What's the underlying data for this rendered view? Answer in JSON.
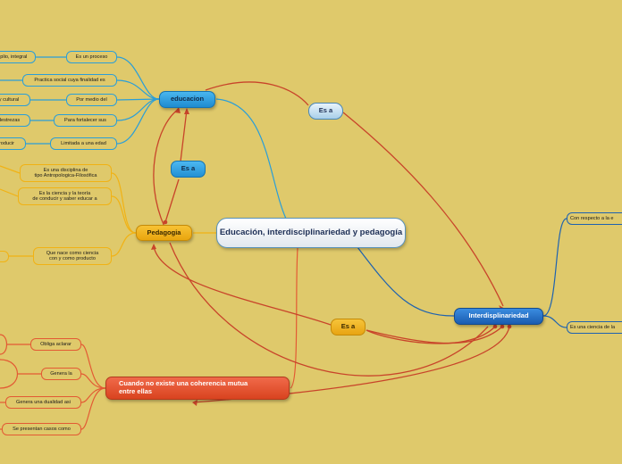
{
  "central": {
    "title": "Educación, interdisciplinariedad y pedagogía"
  },
  "educacion": {
    "label": "educacion",
    "children": [
      "Es un proceso",
      "Practica social cuya finalidad es",
      "Por medio del",
      "Para fortalecer sus",
      "Limitada a una edad"
    ],
    "leaves": [
      "mplio, integral",
      "",
      "y cultural",
      "destrezas",
      "roducir"
    ]
  },
  "pedagogia": {
    "label": "Pedagogia",
    "children": [
      "Es una disciplina de\ntipo Antropologica-Filosófica",
      "Es la ciencia y la teoría\nde conducir y saber educar a",
      "Que nace como ciencia\ncon y como producto"
    ]
  },
  "interdisciplinariedad": {
    "label": "Interdisplinariedad",
    "children": [
      "Con respecto a la e",
      "Es una ciencia de la"
    ]
  },
  "coherencia": {
    "label": "Cuando no existe una coherencia mutua\nentre ellas",
    "children": [
      "Obliga aclarar",
      "Genera la",
      "Genera una dualidad asi",
      "Se presentan casos como"
    ]
  },
  "links": {
    "es_a_top": "Es a",
    "es_a_left": "Es a",
    "es_a_bottom": "Es a"
  },
  "colors": {
    "background": "#dfc96b",
    "cyan": "#2a9ed8",
    "blue": "#1e62b0",
    "orange": "#f1b214",
    "red_main": "#e35a34",
    "link_red": "#c8442a"
  }
}
